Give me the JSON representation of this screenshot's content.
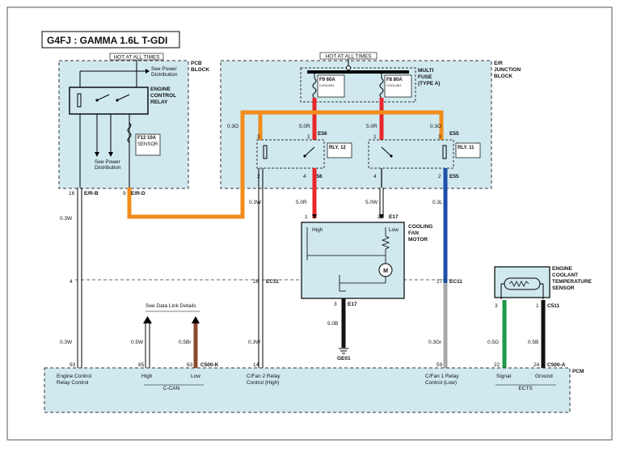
{
  "title": "G4FJ : GAMMA 1.6L T-GDI",
  "hot_left": "HOT AT ALL TIMES",
  "hot_right": "HOT AT ALL TIMES",
  "pcb_block": [
    "PCB",
    "BLOCK"
  ],
  "er_block": [
    "E/R",
    "JUNCTION",
    "BLOCK"
  ],
  "multi_fuse": [
    "MULTI",
    "FUSE",
    "(TYPE A)"
  ],
  "see_power_1": [
    "See Power",
    "Distribution"
  ],
  "see_power_2": [
    "See Power",
    "Distribution"
  ],
  "ecr_label": [
    "ENGINE",
    "CONTROL",
    "RELAY"
  ],
  "f12": "F12 10A",
  "fuse_small_text": "SENSOR",
  "f9": "F9 60A",
  "f8": "F8 80A",
  "fuse_cooling_text": [
    "COOLING",
    "FAN"
  ],
  "rly12": "RLY. 12",
  "rly11": "RLY. 11",
  "wires": {
    "w1": "0.3O",
    "w2": "5.0R",
    "w3": "5.0R",
    "w4": "0.3O",
    "w5": "0.3W",
    "w6": "5.0R",
    "w7": "5.0W",
    "w8": "0.3L",
    "w9": "0.3W",
    "w10": "0.3W",
    "w11": "0.5W",
    "w12": "0.5Br",
    "w13": "0.3Gr",
    "w14": "0.5G",
    "w15": "0.5B",
    "w16": "5.0B"
  },
  "conn": {
    "er_b": "E/R-B",
    "er_d": "E/R-D",
    "e56a": "E56",
    "e56b": "E56",
    "e55a": "E55",
    "e55b": "E55",
    "e17a": "E17",
    "e17b": "E17",
    "ec11a": "EC11",
    "ec11b": "EC11",
    "c511": "C511",
    "c500k": "C500-K",
    "c500a": "C500-A",
    "ge01": "GE01",
    "pcm": "PCM"
  },
  "pins": {
    "p16": "16",
    "p9": "9",
    "p4": "4",
    "p26": "26",
    "p17": "17",
    "p93": "93",
    "p85": "85",
    "p63": "63",
    "p14": "14",
    "p59": "59",
    "p22": "22",
    "p24": "24",
    "p3a": "3",
    "p1a": "1",
    "p2a": "2",
    "p4a": "4",
    "p3b": "3",
    "p1b": "1",
    "p2b": "2",
    "p4b": "4",
    "m1": "1",
    "m2": "2",
    "m3": "3",
    "s3": "3",
    "s1": "1"
  },
  "motor": [
    "COOLING",
    "FAN",
    "MOTOR"
  ],
  "high": "High",
  "low": "Low",
  "motor_symbol": "M",
  "ects_sensor": [
    "ENGINE",
    "COOLANT",
    "TEMPERATURE",
    "SENSOR"
  ],
  "data_link": "See Data Link Details",
  "pcm_labels": {
    "ecr": [
      "Engine Control",
      "Relay Control"
    ],
    "high": "High",
    "low": "Low",
    "ccan": "C-CAN",
    "fan2": [
      "C/Fan 2 Relay",
      "Control (High)"
    ],
    "fan1": [
      "C/Fan 1 Relay",
      "Control (Low)"
    ],
    "signal": "Signal",
    "ground": "Ground",
    "ects": "ECTS"
  },
  "colors": {
    "box_fill": "#cfe9ef",
    "orange": "#f28c1a",
    "red": "#e8262b",
    "blue": "#1f4fa8",
    "gray": "#a8a8a8",
    "brown": "#8b4a2b",
    "green": "#1d9a48",
    "black": "#111111"
  }
}
